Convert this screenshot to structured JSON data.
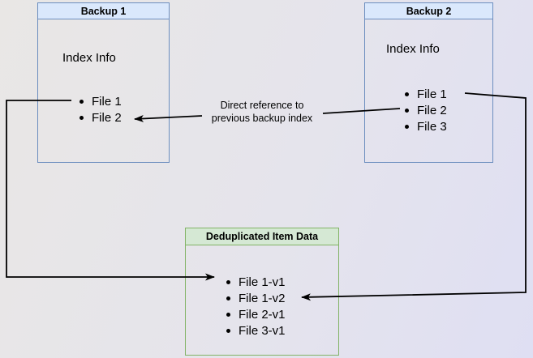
{
  "backup1": {
    "title": "Backup 1",
    "body_label": "Index Info",
    "items": [
      "File 1",
      "File 2"
    ]
  },
  "backup2": {
    "title": "Backup 2",
    "body_label": "Index Info",
    "items": [
      "File 1",
      "File 2",
      "File 3"
    ]
  },
  "dedup": {
    "title": "Deduplicated Item Data",
    "items": [
      "File 1-v1",
      "File 1-v2",
      "File 2-v1",
      "File 3-v1"
    ]
  },
  "annotation": {
    "line1": "Direct reference to",
    "line2": "previous backup index"
  },
  "colors": {
    "blue_header_fill": "#dae8fc",
    "blue_border": "#6c8ebf",
    "green_header_fill": "#d5e8d4",
    "green_border": "#82b366",
    "arrow": "#000000",
    "text": "#000000"
  }
}
